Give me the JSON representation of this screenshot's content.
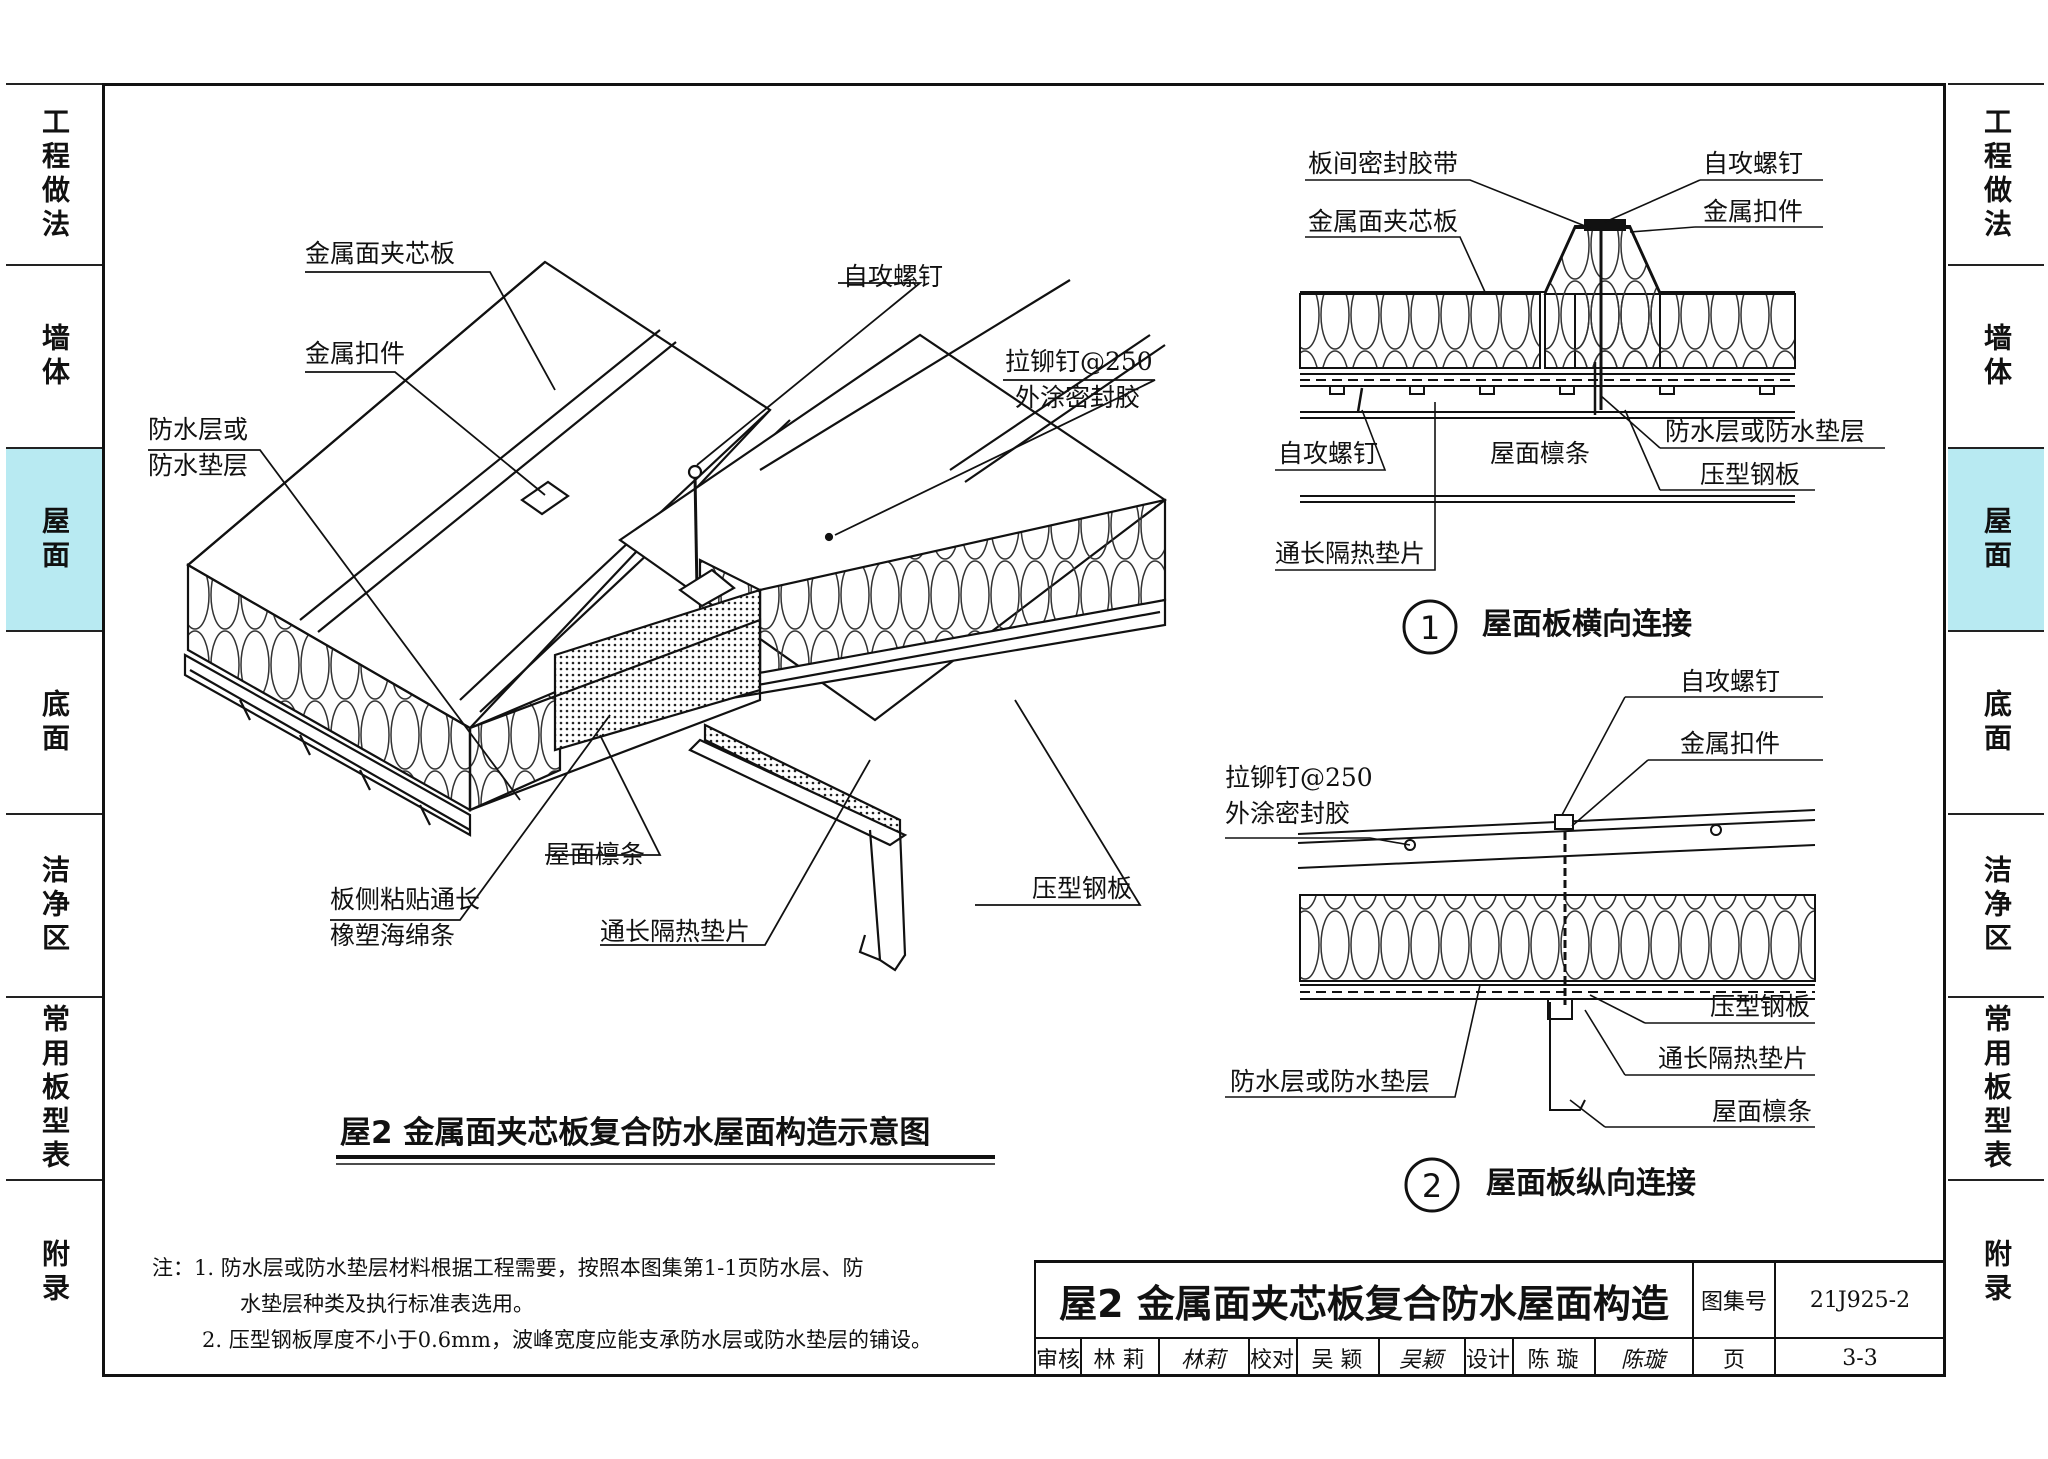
{
  "sidebar_left": [
    "工程做法",
    "墙体",
    "屋面",
    "底面",
    "洁净区",
    "常用板型表",
    "附录"
  ],
  "sidebar_right": [
    "工程做法",
    "墙体",
    "屋面",
    "底面",
    "洁净区",
    "常用板型表",
    "附录"
  ],
  "active_section": "屋面",
  "main_figure": {
    "caption": "屋2  金属面夹芯板复合防水屋面构造示意图",
    "labels": {
      "panel": "金属面夹芯板",
      "screw": "自攻螺钉",
      "clip": "金属扣件",
      "rivet_1": "拉铆钉@250",
      "rivet_2": "外涂密封胶",
      "waterproof_1": "防水层或",
      "waterproof_2": "防水垫层",
      "purlin": "屋面檩条",
      "sponge_1": "板侧粘贴通长",
      "sponge_2": "橡塑海绵条",
      "thermal": "通长隔热垫片",
      "steel": "压型钢板"
    }
  },
  "detail1": {
    "number": "1",
    "title": "屋面板横向连接",
    "labels": {
      "tape": "板间密封胶带",
      "screw_top": "自攻螺钉",
      "panel": "金属面夹芯板",
      "clip": "金属扣件",
      "screw_bottom": "自攻螺钉",
      "purlin": "屋面檩条",
      "waterproof": "防水层或防水垫层",
      "steel": "压型钢板",
      "thermal": "通长隔热垫片"
    }
  },
  "detail2": {
    "number": "2",
    "title": "屋面板纵向连接",
    "labels": {
      "screw": "自攻螺钉",
      "clip": "金属扣件",
      "rivet_1": "拉铆钉@250",
      "rivet_2": "外涂密封胶",
      "steel": "压型钢板",
      "thermal": "通长隔热垫片",
      "waterproof": "防水层或防水垫层",
      "purlin": "屋面檩条"
    }
  },
  "notes": {
    "prefix": "注：",
    "n1_num": "1.",
    "n1_line1": "防水层或防水垫层材料根据工程需要，按照本图集第1-1页防水层、防",
    "n1_line2": "水垫层种类及执行标准表选用。",
    "n2_num": "2.",
    "n2": "压型钢板厚度不小于0.6mm，波峰宽度应能支承防水层或防水垫层的铺设。"
  },
  "title_block": {
    "title": "屋2  金属面夹芯板复合防水屋面构造",
    "atlas_label": "图集号",
    "atlas_no": "21J925-2",
    "review_label": "审核",
    "reviewer": "林  莉",
    "review_signature": "林莉",
    "check_label": "校对",
    "checker": "吴  颖",
    "check_signature": "吴颖",
    "design_label": "设计",
    "designer": "陈  璇",
    "design_signature": "陈璇",
    "page_label": "页",
    "page_no": "3-3"
  }
}
